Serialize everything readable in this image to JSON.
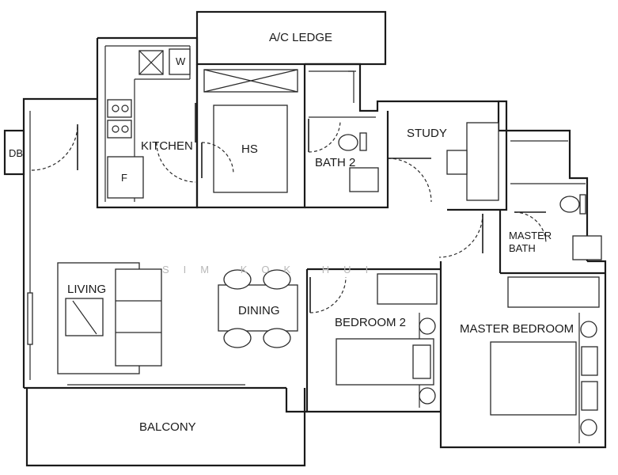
{
  "rooms": {
    "ac_ledge": "A/C LEDGE",
    "kitchen": "KITCHEN",
    "hs": "HS",
    "bath2": "BATH 2",
    "study": "STUDY",
    "db": "DB",
    "master_bath_line1": "MASTER",
    "master_bath_line2": "BATH",
    "living": "LIVING",
    "dining": "DINING",
    "bedroom2": "BEDROOM 2",
    "master_bedroom": "MASTER BEDROOM",
    "balcony": "BALCONY"
  },
  "fixtures": {
    "washer": "W",
    "fridge": "F"
  },
  "watermark": "SIM KOK HUI"
}
